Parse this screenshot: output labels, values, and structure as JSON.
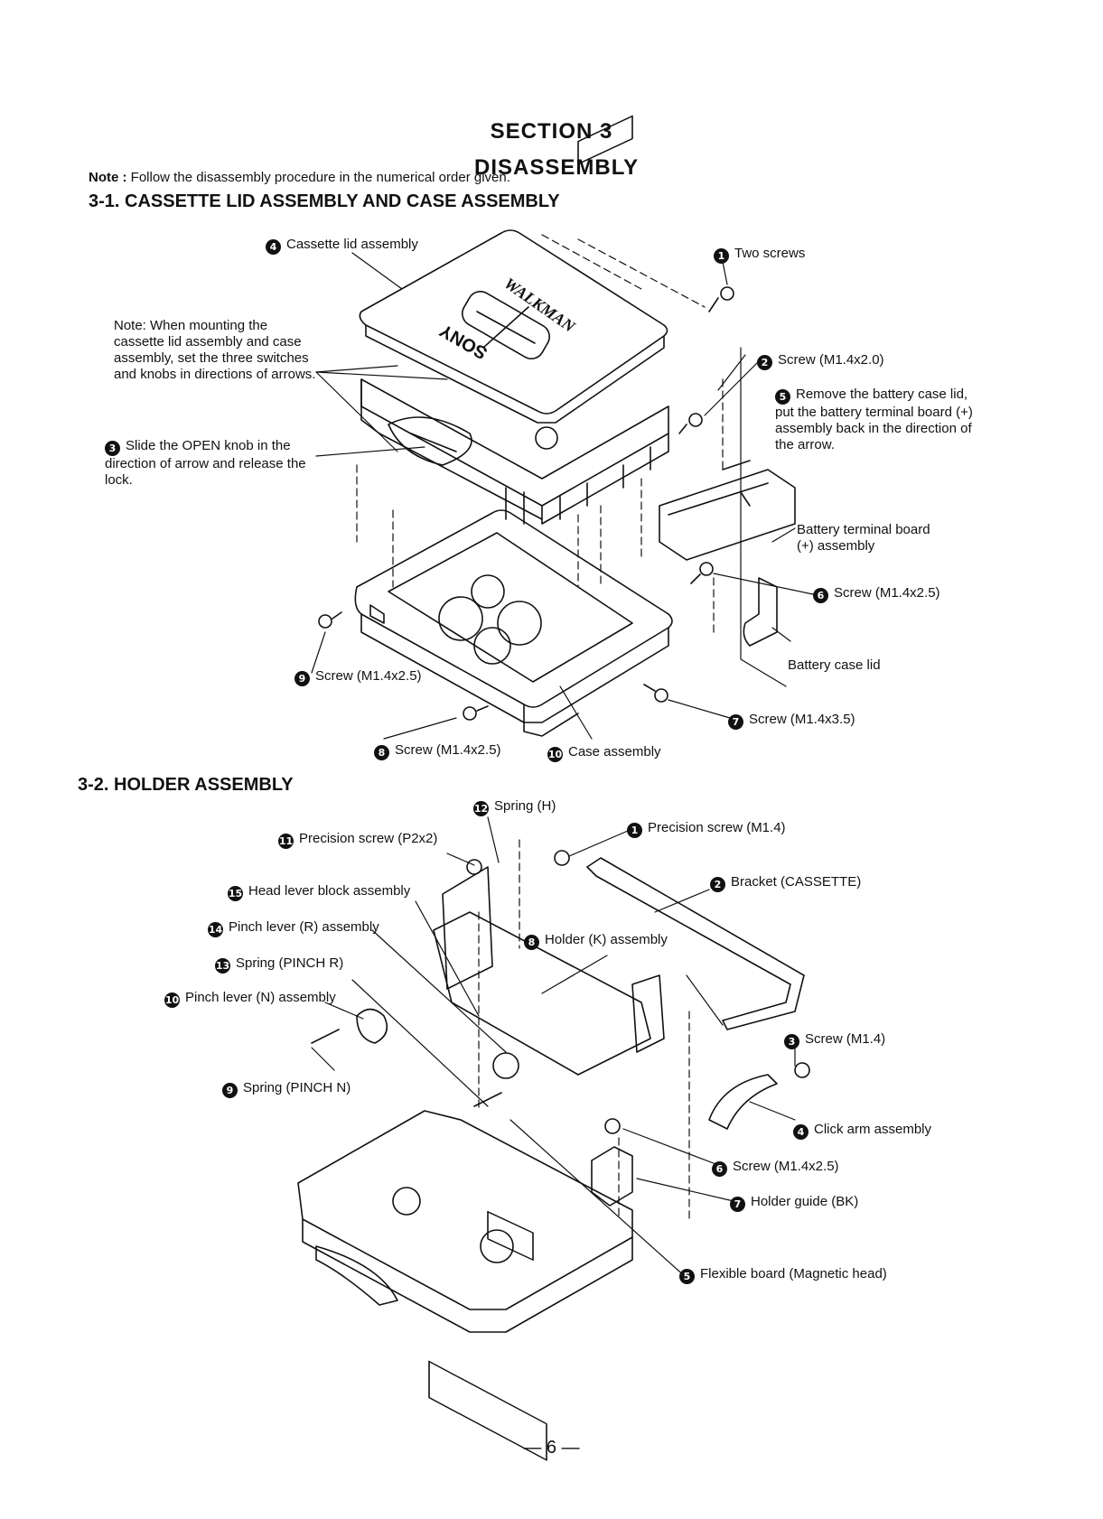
{
  "section": {
    "title": "SECTION 3",
    "subtitle": "DISASSEMBLY"
  },
  "note": {
    "label": "Note :",
    "text": "Follow the disassembly procedure in the numerical order given."
  },
  "part1": {
    "heading": "3-1.  CASSETTE LID ASSEMBLY AND CASE ASSEMBLY",
    "labels": {
      "l4": "Cassette lid assembly",
      "l1": "Two screws",
      "l2": "Screw (M1.4x2.0)",
      "l5": "Remove the battery case lid, put the battery terminal board (+) assembly back in the direction of the arrow.",
      "mount_note": "Note:  When mounting the cassette lid assembly and case assembly, set the three switches and knobs in directions of arrows.",
      "l3": "Slide the OPEN knob in the direction of arrow and release the lock.",
      "battery_terminal": "Battery terminal board (+) assembly",
      "l6": "Screw (M1.4x2.5)",
      "battery_lid": "Battery case lid",
      "l9": "Screw (M1.4x2.5)",
      "l7": "Screw (M1.4x3.5)",
      "l8": "Screw (M1.4x2.5)",
      "l10": "Case assembly"
    }
  },
  "part2": {
    "heading": "3-2.  HOLDER ASSEMBLY",
    "labels": {
      "l12": "Spring (H)",
      "l11": "Precision screw (P2x2)",
      "l1": "Precision screw (M1.4)",
      "l2": "Bracket (CASSETTE)",
      "l15": "Head lever block assembly",
      "l14": "Pinch lever (R) assembly",
      "l8": "Holder (K) assembly",
      "l13": "Spring (PINCH R)",
      "l10": "Pinch lever (N) assembly",
      "l3": "Screw (M1.4)",
      "l9": "Spring (PINCH N)",
      "l4": "Click arm assembly",
      "l6": "Screw (M1.4x2.5)",
      "l7": "Holder guide (BK)",
      "l5": "Flexible board (Magnetic head)"
    }
  },
  "logo": {
    "brand": "SONY",
    "model": "WALKMAN"
  },
  "page_number": "— 6 —"
}
